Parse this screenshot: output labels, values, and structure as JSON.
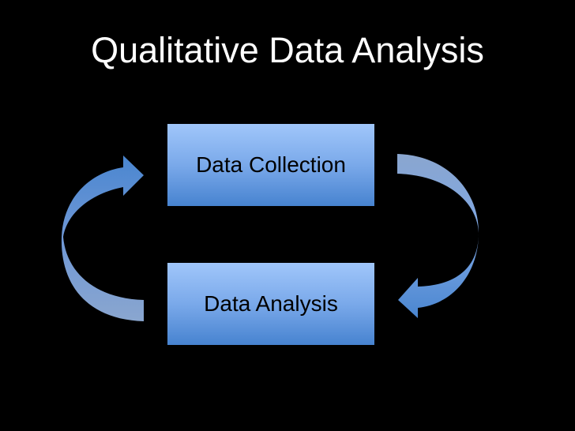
{
  "title": "Qualitative Data Analysis",
  "boxes": [
    {
      "label": "Data Collection"
    },
    {
      "label": "Data Analysis"
    }
  ],
  "colors": {
    "background": "#000000",
    "box_top": "#a0c6fa",
    "box_bottom": "#4783d0",
    "arrow": "#4a86d0",
    "arrow_faded": "#7f9dc9"
  }
}
